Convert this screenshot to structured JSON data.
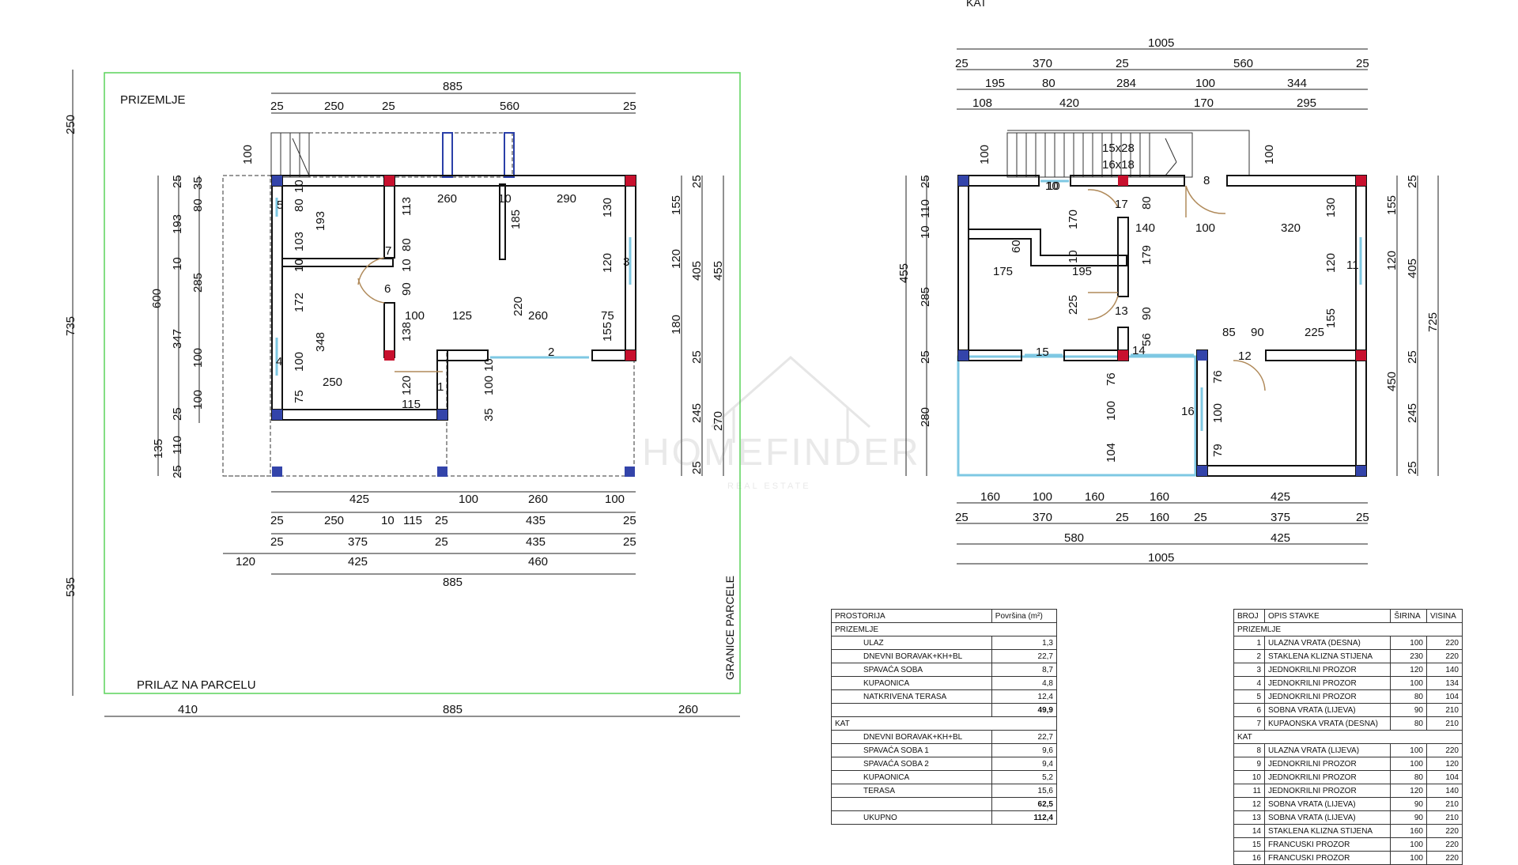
{
  "titles": {
    "ground_floor": "PRIZEMLJE",
    "upper_floor": "KAT",
    "access": "PRILAZ NA PARCELU",
    "plot_boundary": "GRANICE PARCELE"
  },
  "watermark": {
    "brand": "HOMEFINDER",
    "sub": "REAL ESTATE"
  },
  "ground_dims": {
    "top_total": "885",
    "top_row": [
      "25",
      "250",
      "25",
      "560",
      "25"
    ],
    "left_outer": [
      "250",
      "735",
      "535"
    ],
    "left_600": "600",
    "left_a": [
      "25",
      "193",
      "10",
      "347",
      "25",
      "135",
      "25"
    ],
    "left_b": [
      "35",
      "80",
      "285",
      "100",
      "100",
      "110"
    ],
    "right_a": [
      "25",
      "155",
      "120",
      "180",
      "25",
      "245",
      "25"
    ],
    "right_b": [
      "405",
      "455",
      "270"
    ],
    "stair_100": "100",
    "bottom_row1": [
      "425",
      "100",
      "260",
      "100"
    ],
    "bottom_row2": [
      "25",
      "250",
      "10",
      "115",
      "25",
      "435",
      "25"
    ],
    "bottom_row3": [
      "25",
      "375",
      "25",
      "435",
      "25"
    ],
    "bottom_row4": [
      "120",
      "425",
      "460"
    ],
    "bottom_total": "885",
    "plot_bottom": [
      "410",
      "885",
      "260"
    ],
    "interior": [
      "10",
      "80",
      "10",
      "193",
      "103",
      "10",
      "80",
      "113",
      "260",
      "10",
      "290",
      "185",
      "130",
      "120",
      "90",
      "172",
      "348",
      "138",
      "100",
      "125",
      "220",
      "260",
      "75",
      "155",
      "100",
      "75",
      "250",
      "120",
      "115",
      "100",
      "35",
      "10",
      "10"
    ],
    "opening_ids": [
      "5",
      "7",
      "6",
      "3",
      "4",
      "2",
      "1"
    ]
  },
  "upper_dims": {
    "top_total": "1005",
    "top_row1": [
      "25",
      "370",
      "25",
      "560",
      "25"
    ],
    "top_row2": [
      "195",
      "80",
      "284",
      "100",
      "344"
    ],
    "top_row3": [
      "108",
      "420",
      "170",
      "295"
    ],
    "stair_a": "15x28",
    "stair_b": "16x18",
    "stair_100_left": "100",
    "stair_100_right": "100",
    "left_a": [
      "25",
      "110",
      "10",
      "285",
      "25",
      "280"
    ],
    "left_455": "455",
    "right_a": [
      "25",
      "155",
      "120",
      "25",
      "245",
      "25"
    ],
    "right_b": [
      "405",
      "450"
    ],
    "right_725": "725",
    "bottom_row1": [
      "160",
      "100",
      "160",
      "160",
      "425"
    ],
    "bottom_row2": [
      "25",
      "370",
      "25",
      "160",
      "25",
      "375",
      "25"
    ],
    "bottom_row3": [
      "580",
      "425"
    ],
    "bottom_total": "1005",
    "interior": [
      "10",
      "170",
      "80",
      "140",
      "100",
      "320",
      "130",
      "60",
      "10",
      "175",
      "195",
      "179",
      "120",
      "225",
      "90",
      "155",
      "85",
      "90",
      "225",
      "56",
      "76",
      "100",
      "104",
      "76",
      "100",
      "79"
    ],
    "opening_ids": [
      "8",
      "17",
      "10",
      "11",
      "13",
      "15",
      "14",
      "12",
      "16"
    ]
  },
  "rooms_table": {
    "headers": [
      "PROSTORIJA",
      "Površina (m²)"
    ],
    "sections": [
      {
        "name": "PRIZEMLJE",
        "rows": [
          [
            "ULAZ",
            "1,3"
          ],
          [
            "DNEVNI BORAVAK+KH+BL",
            "22,7"
          ],
          [
            "SPAVAĆA SOBA",
            "8,7"
          ],
          [
            "KUPAONICA",
            "4,8"
          ],
          [
            "NATKRIVENA TERASA",
            "12,4"
          ]
        ],
        "subtotal": "49,9"
      },
      {
        "name": "KAT",
        "rows": [
          [
            "DNEVNI BORAVAK+KH+BL",
            "22,7"
          ],
          [
            "SPAVAĆA SOBA 1",
            "9,6"
          ],
          [
            "SPAVAĆA SOBA 2",
            "9,4"
          ],
          [
            "KUPAONICA",
            "5,2"
          ],
          [
            "TERASA",
            "15,6"
          ]
        ],
        "subtotal": "62,5"
      }
    ],
    "total_label": "UKUPNO",
    "total": "112,4"
  },
  "openings_table": {
    "headers": [
      "BROJ",
      "OPIS STAVKE",
      "ŠIRINA",
      "VISINA"
    ],
    "sections": [
      {
        "name": "PRIZEMLJE",
        "rows": [
          [
            "1",
            "ULAZNA VRATA (DESNA)",
            "100",
            "220"
          ],
          [
            "2",
            "STAKLENA KLIZNA STIJENA",
            "230",
            "220"
          ],
          [
            "3",
            "JEDNOKRILNI PROZOR",
            "120",
            "140"
          ],
          [
            "4",
            "JEDNOKRILNI PROZOR",
            "100",
            "134"
          ],
          [
            "5",
            "JEDNOKRILNI PROZOR",
            "80",
            "104"
          ],
          [
            "6",
            "SOBNA VRATA (LIJEVA)",
            "90",
            "210"
          ],
          [
            "7",
            "KUPAONSKA VRATA (DESNA)",
            "80",
            "210"
          ]
        ]
      },
      {
        "name": "KAT",
        "rows": [
          [
            "8",
            "ULAZNA VRATA (LIJEVA)",
            "100",
            "220"
          ],
          [
            "9",
            "JEDNOKRILNI PROZOR",
            "100",
            "120"
          ],
          [
            "10",
            "JEDNOKRILNI PROZOR",
            "80",
            "104"
          ],
          [
            "11",
            "JEDNOKRILNI PROZOR",
            "120",
            "140"
          ],
          [
            "12",
            "SOBNA VRATA (LIJEVA)",
            "90",
            "210"
          ],
          [
            "13",
            "SOBNA VRATA (LIJEVA)",
            "90",
            "210"
          ],
          [
            "14",
            "STAKLENA KLIZNA STIJENA",
            "160",
            "220"
          ],
          [
            "15",
            "FRANCUSKI PROZOR",
            "100",
            "220"
          ],
          [
            "16",
            "FRANCUSKI PROZOR",
            "100",
            "220"
          ]
        ]
      }
    ]
  },
  "colors": {
    "plot": "#5ad35a",
    "wall": "#111111",
    "glass": "#7ec8e3",
    "column": "#c8102e",
    "blue_col": "#2a3fa8",
    "door": "#b08a5a"
  }
}
